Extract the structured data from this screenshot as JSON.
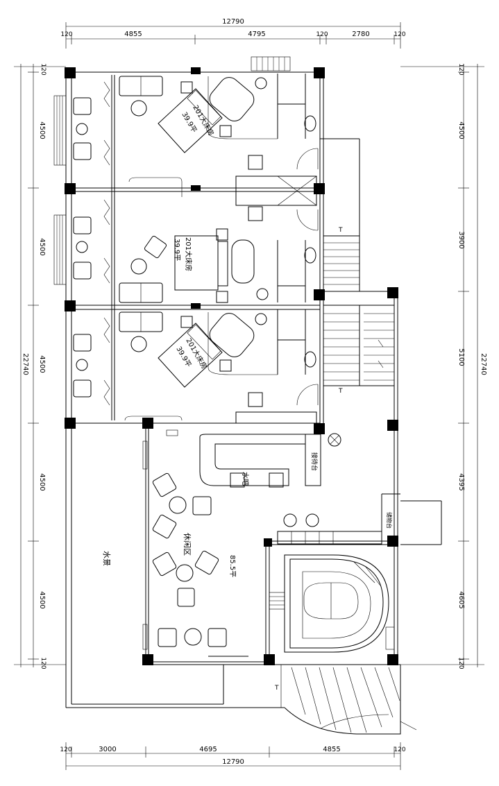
{
  "dimensions": {
    "top_total": "12790",
    "top_segments": [
      "120",
      "4855",
      "4795",
      "120",
      "2780",
      "120"
    ],
    "bottom_segments": [
      "120",
      "3000",
      "4695",
      "4855",
      "120"
    ],
    "bottom_total": "12790",
    "left_segments": [
      "120",
      "4500",
      "4500",
      "4500",
      "4500",
      "4500",
      "120"
    ],
    "left_total": "22740",
    "right_segments": [
      "120",
      "4500",
      "3900",
      "5100",
      "4395",
      "4605",
      "120"
    ],
    "right_total": "22740"
  },
  "rooms": {
    "room_a_name": "201大床房",
    "room_a_area": "39.9平",
    "room_b_name": "201大床房",
    "room_b_area": "39.9平",
    "room_c_name": "201大床房",
    "room_c_area": "39.9平",
    "lounge_name": "休闲区",
    "lounge_area": "85.5平",
    "water_bar": "水吧",
    "reception": "接待台",
    "water_feature": "水景",
    "storage": "储物台"
  }
}
